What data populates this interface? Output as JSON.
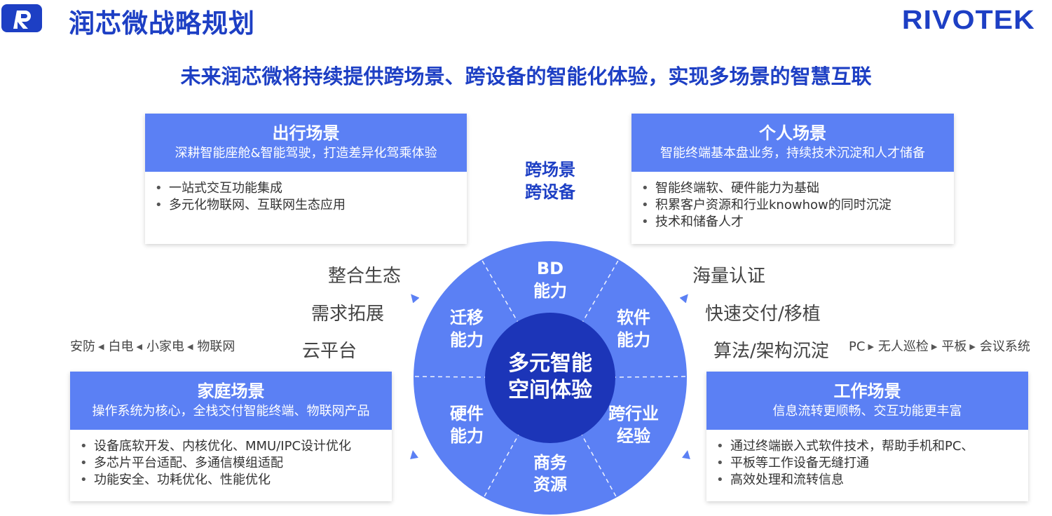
{
  "header": {
    "logo_letter": "R",
    "title": "润芯微战略规划",
    "brand": "RIVOTEK"
  },
  "subtitle": "未来润芯微将持续提供跨场景、跨设备的智能化体验，实现多场景的智慧互联",
  "center_label": {
    "line1": "跨场景",
    "line2": "跨设备"
  },
  "cards": {
    "travel": {
      "title": "出行场景",
      "sub": "深耕智能座舱&智能驾驶，打造差异化驾乘体验",
      "items": [
        "一站式交互功能集成",
        "多元化物联网、互联网生态应用"
      ]
    },
    "personal": {
      "title": "个人场景",
      "sub": "智能终端基本盘业务，持续技术沉淀和人才储备",
      "items": [
        "智能终端软、硬件能力为基础",
        "积累客户资源和行业knowhow的同时沉淀",
        "技术和储备人才"
      ]
    },
    "home": {
      "title": "家庭场景",
      "sub": "操作系统为核心，全栈交付智能终端、物联网产品",
      "items": [
        "设备底软开发、内核优化、MMU/IPC设计优化",
        "多芯片平台适配、多通信模组适配",
        "功能安全、功耗优化、性能优化"
      ]
    },
    "work": {
      "title": "工作场景",
      "sub": "信息流转更顺畅、交互功能更丰富",
      "items": [
        "通过终端嵌入式软件技术，帮助手机和PC、",
        "平板等工作设备无缝打通",
        "高效处理和流转信息"
      ]
    }
  },
  "left_capabilities": [
    "整合生态",
    "需求拓展",
    "云平台"
  ],
  "right_capabilities": [
    "海量认证",
    "快速交付/移植",
    "算法/架构沉淀"
  ],
  "left_chain": [
    "安防",
    "白电",
    "小家电",
    "物联网"
  ],
  "right_chain": [
    "PC",
    "无人巡检",
    "平板",
    "会议系统"
  ],
  "wheel": {
    "center_line1": "多元智能",
    "center_line2": "空间体验",
    "segments": {
      "top": {
        "l1": "BD",
        "l2": "能力"
      },
      "upper_left": {
        "l1": "迁移",
        "l2": "能力"
      },
      "upper_right": {
        "l1": "软件",
        "l2": "能力"
      },
      "lower_left": {
        "l1": "硬件",
        "l2": "能力"
      },
      "lower_right": {
        "l1": "跨行业",
        "l2": "经验"
      },
      "bottom": {
        "l1": "商务",
        "l2": "资源"
      }
    }
  },
  "colors": {
    "primary": "#1d3fc4",
    "card_header": "#5b80f4",
    "wheel_outer": "#5b80f4",
    "wheel_inner": "#1c35b8"
  }
}
